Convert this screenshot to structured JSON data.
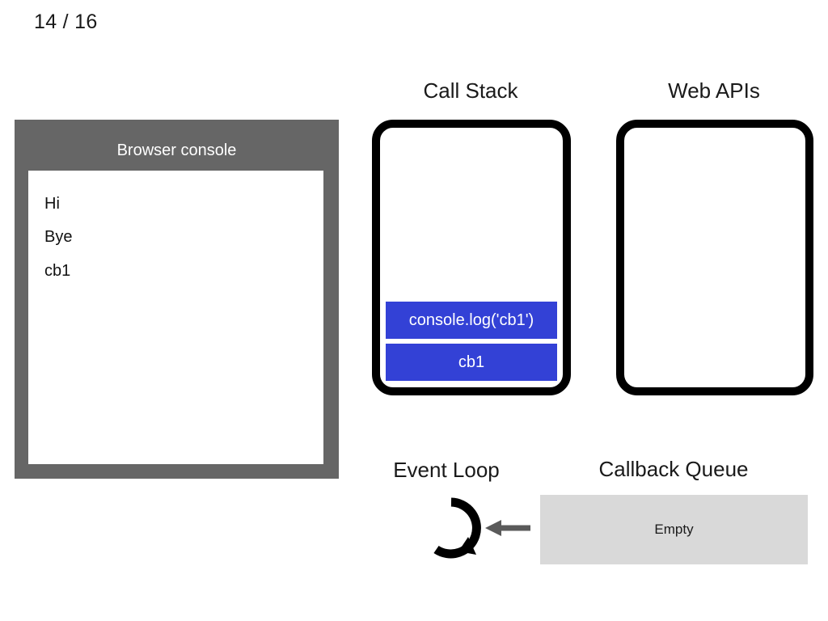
{
  "slide": {
    "counter": "14 / 16",
    "current_page": 14,
    "total_pages": 16
  },
  "console": {
    "title": "Browser console",
    "lines": [
      "Hi",
      "Bye",
      "cb1"
    ],
    "header_color": "#666666",
    "body_color": "#ffffff"
  },
  "call_stack": {
    "heading": "Call Stack",
    "frames": [
      {
        "label": "console.log('cb1')"
      },
      {
        "label": "cb1"
      }
    ],
    "frame_color": "#3341d6"
  },
  "web_apis": {
    "heading": "Web APIs",
    "items": []
  },
  "event_loop": {
    "heading": "Event Loop",
    "icon": "circular-arrow-icon"
  },
  "callback_queue": {
    "heading": "Callback Queue",
    "status": "Empty",
    "box_color": "#d9d9d9"
  },
  "arrow": {
    "icon": "arrow-left-icon",
    "color": "#5a5a5a"
  }
}
